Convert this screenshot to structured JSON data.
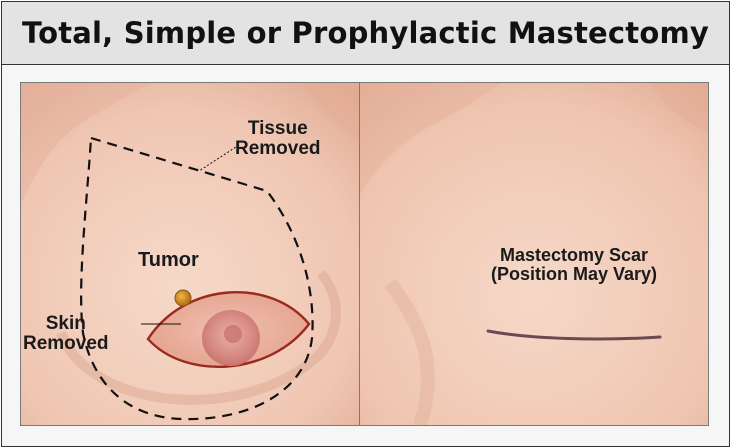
{
  "title": "Total, Simple or Prophylactic Mastectomy",
  "left_panel": {
    "tissue_label_line1": "Tissue",
    "tissue_label_line2": "Removed",
    "tumor_label": "Tumor",
    "skin_label_line1": "Skin",
    "skin_label_line2": "Removed"
  },
  "right_panel": {
    "scar_label_line1": "Mastectomy Scar",
    "scar_label_line2": "(Position May Vary)"
  },
  "colors": {
    "skin": "#f1cdbb",
    "skin_shadow": "#d9a58f",
    "excision_outline": "#9c2a1c",
    "scar": "#6a4a52",
    "tumor": "#c8891e"
  }
}
